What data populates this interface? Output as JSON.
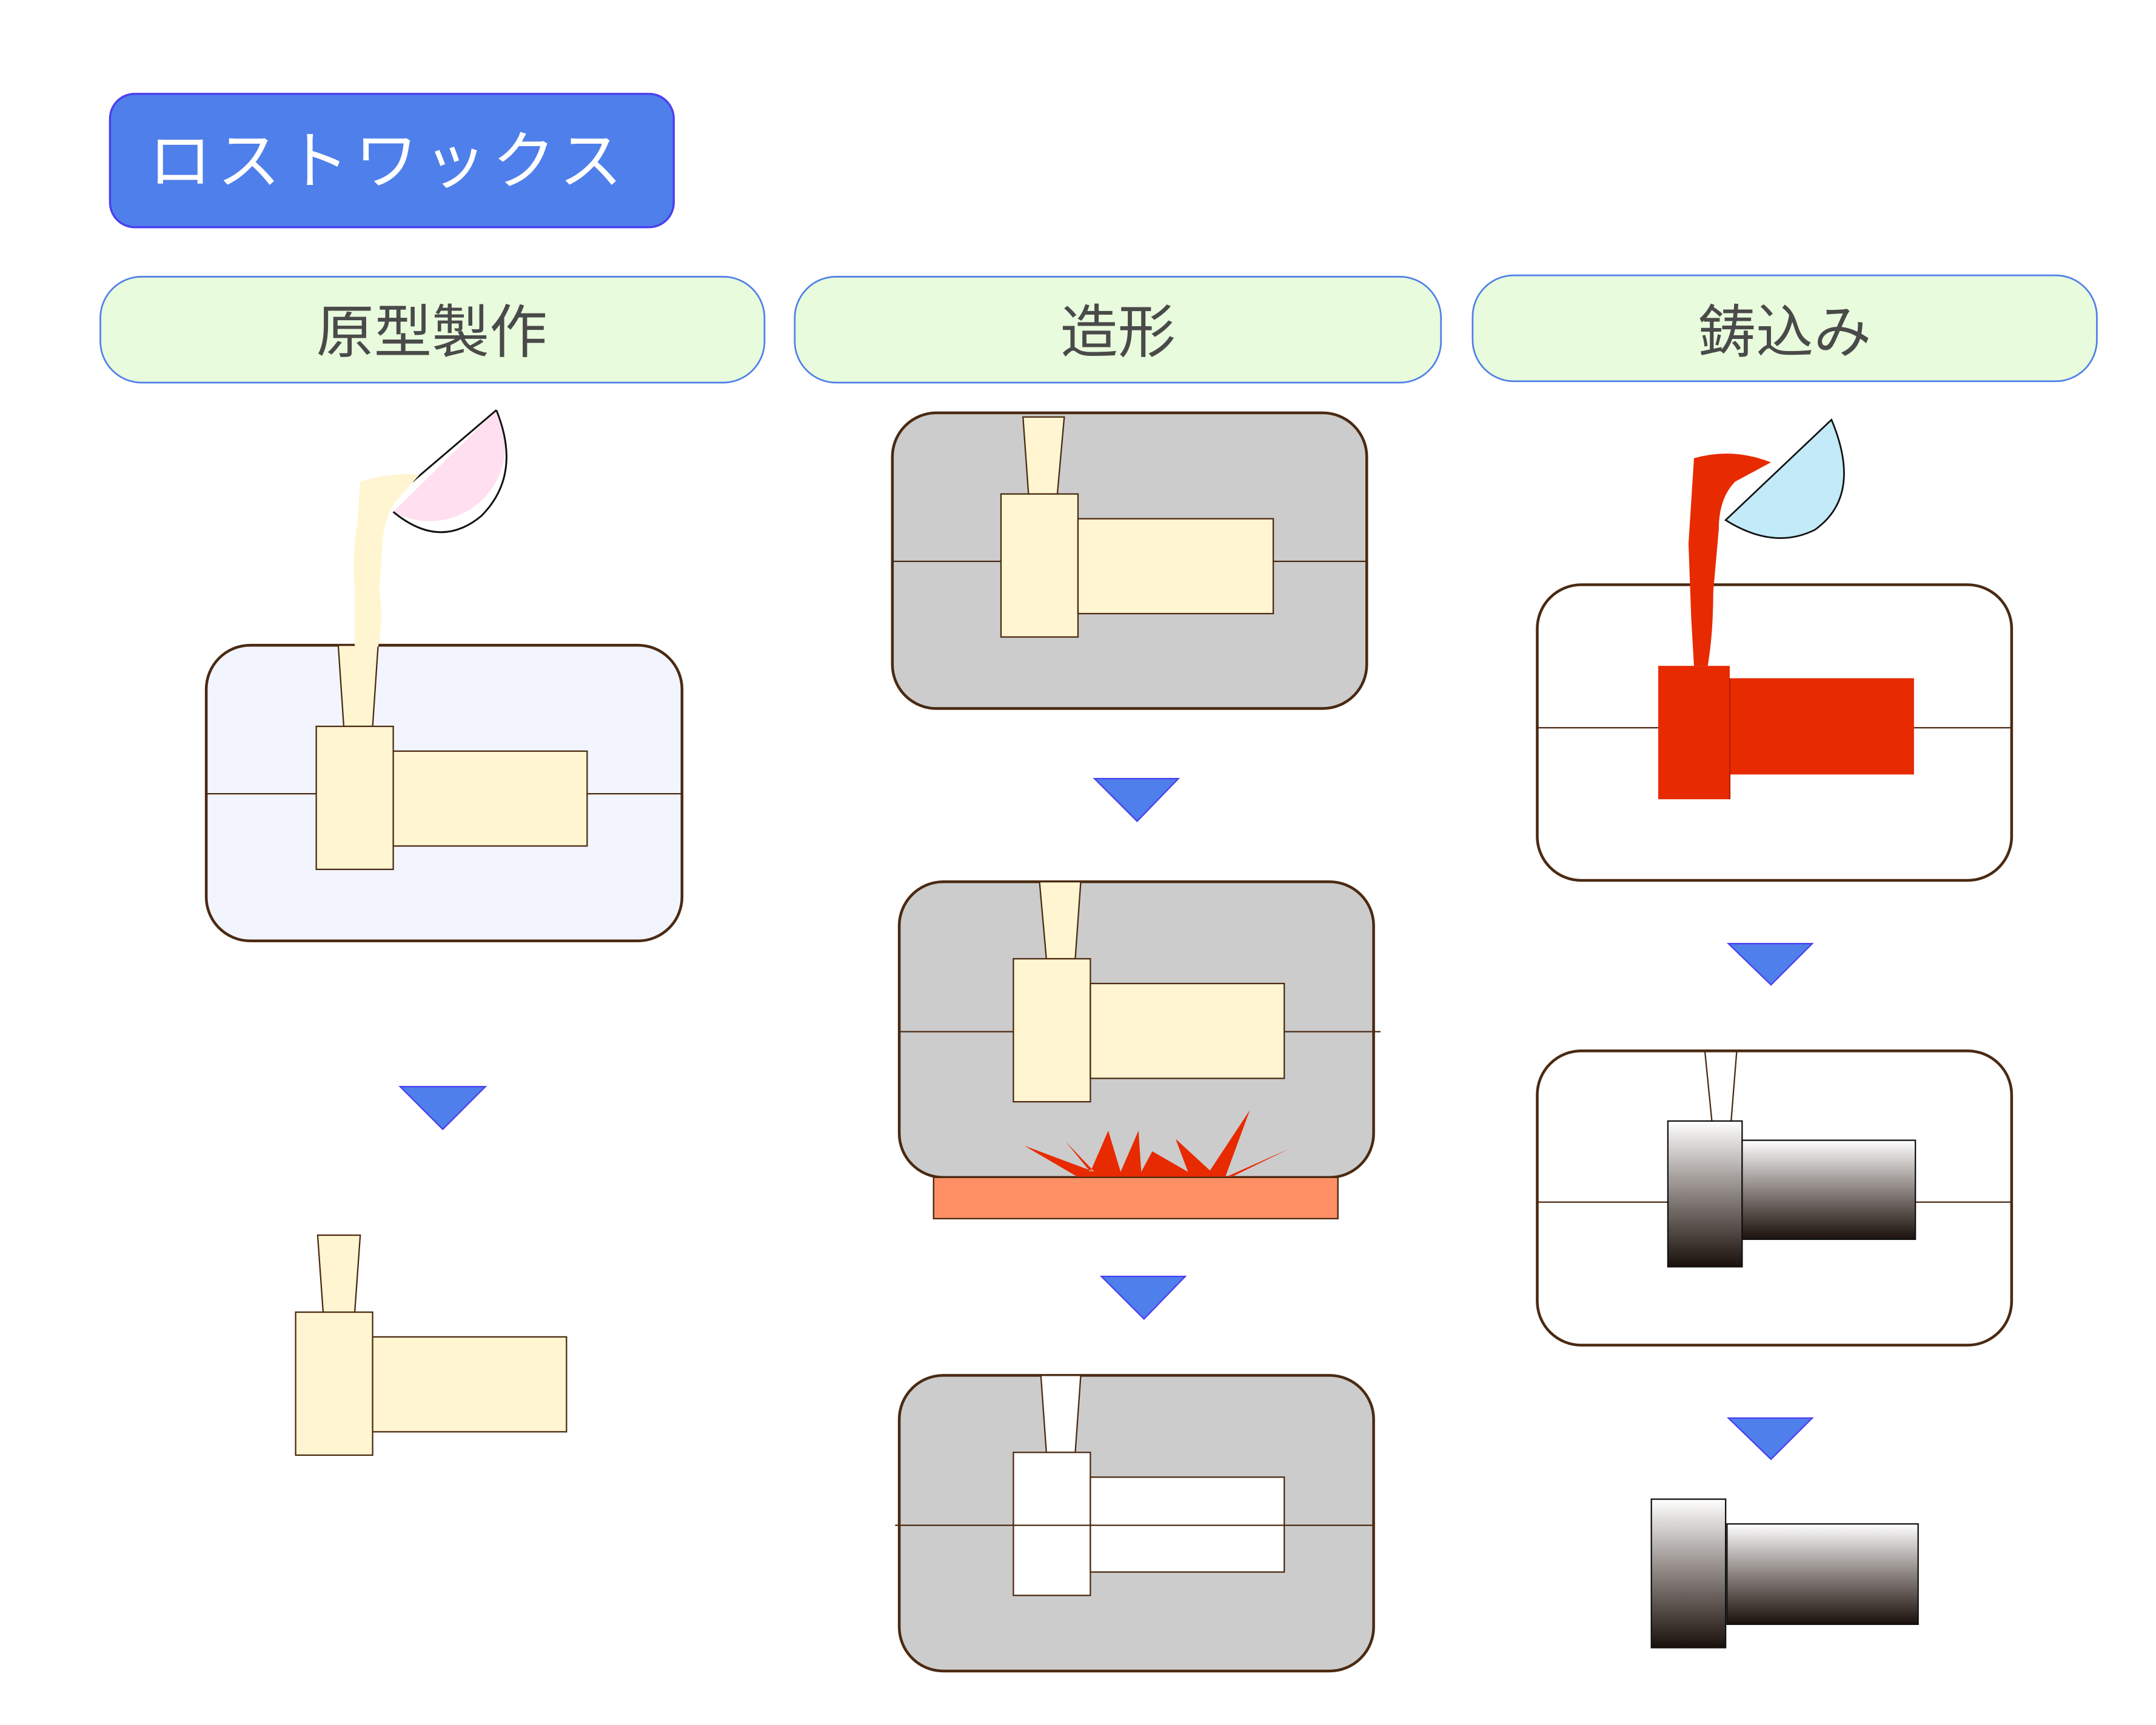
{
  "title": "ロストワックス",
  "steps": [
    {
      "label": "原型製作"
    },
    {
      "label": "造形"
    },
    {
      "label": "鋳込み"
    }
  ],
  "colors": {
    "title_bg": "#4f7fea",
    "title_border": "#4a3ff0",
    "header_bg": "#e8fbdc",
    "header_border": "#4f7fea",
    "mold_stroke": "#4a2a12",
    "wax": "#fff5d0",
    "pattern_mold_bg": "#f2f5fd",
    "investment_gray": "#cccccc",
    "molten_metal": "#e82a00",
    "heater": "#ff9066",
    "ladle_pink": "#ffdff0",
    "ladle_blue": "#c2eaf8",
    "arrow": "#4f7fea"
  },
  "icons": {
    "arrow": "triangle-down",
    "flame": "flame-burst",
    "ladle": "ladle"
  }
}
